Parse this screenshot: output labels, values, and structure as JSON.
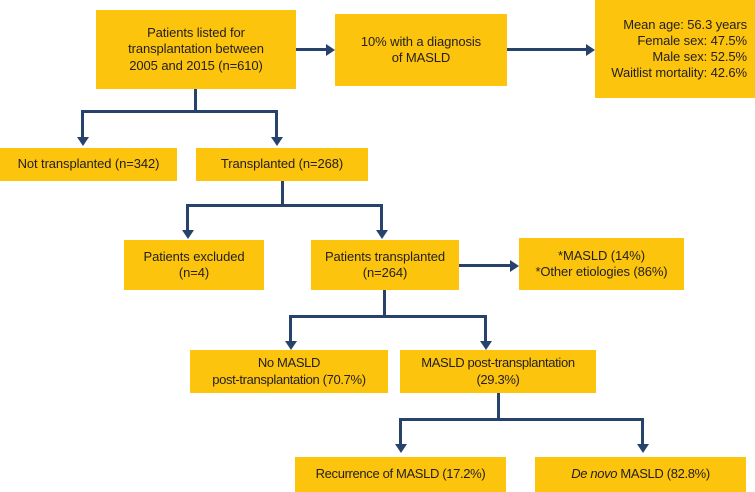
{
  "diagram": {
    "title": "Liver transplantation MASLD patient flow",
    "colors": {
      "box_fill": "#FCC40C",
      "connector": "#27426B",
      "text": "#231f20",
      "background": "#ffffff"
    },
    "nodes": {
      "listed": {
        "line1": "Patients listed for",
        "line2": "transplantation between",
        "line3": "2005 and 2015 (n=610)"
      },
      "diagnosis": {
        "line1": "10% with a diagnosis",
        "line2": "of MASLD"
      },
      "stats": {
        "line1": "Mean age: 56.3 years",
        "line2": "Female sex: 47.5%",
        "line3": "Male sex: 52.5%",
        "line4": "Waitlist mortality: 42.6%"
      },
      "not_transplanted": {
        "line1": "Not transplanted (n=342)"
      },
      "transplanted": {
        "line1": "Transplanted (n=268)"
      },
      "excluded": {
        "line1": "Patients excluded",
        "line2": "(n=4)"
      },
      "patients_transplanted": {
        "line1": "Patients transplanted",
        "line2": "(n=264)"
      },
      "etiologies": {
        "line1": "*MASLD (14%)",
        "line2": "*Other etiologies (86%)"
      },
      "no_masld_post": {
        "line1": "No MASLD",
        "line2": "post-transplantation (70.7%)"
      },
      "masld_post": {
        "line1": "MASLD post-transplantation",
        "line2": "(29.3%)"
      },
      "recurrence": {
        "line1": "Recurrence of MASLD (17.2%)"
      },
      "de_novo": {
        "prefix": "De novo",
        "rest": " MASLD (82.8%)"
      }
    }
  }
}
